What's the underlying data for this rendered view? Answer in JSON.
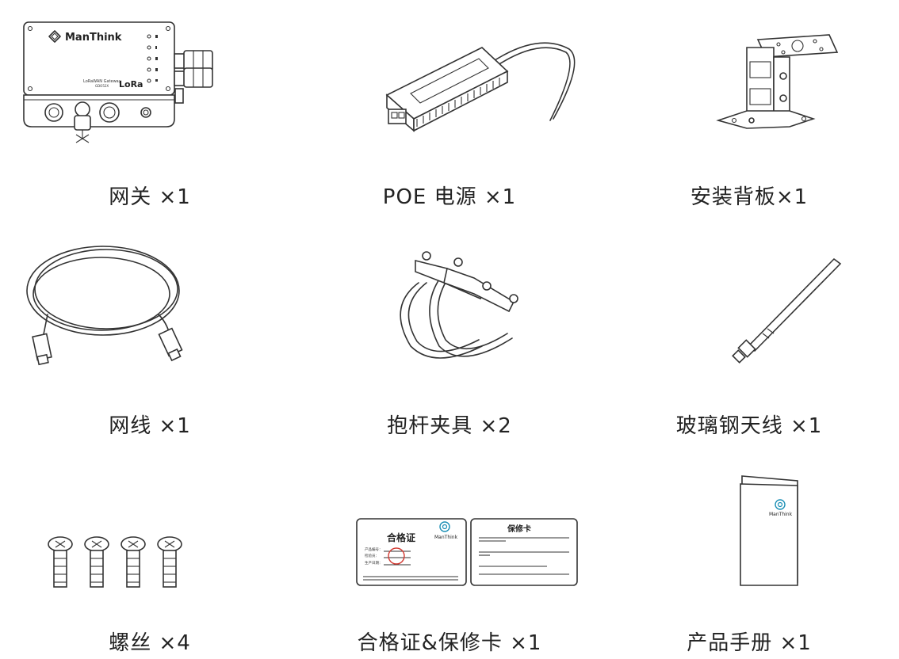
{
  "brand": "ManThink",
  "gateway": {
    "model_line": "LoRaWAN Gateway",
    "model_code": "GDO52X",
    "lora_logo": "LoRa"
  },
  "certificate": {
    "title": "合格证",
    "brand": "ManThink",
    "fields": [
      "产品编号：",
      "检验员：",
      "生产日期："
    ]
  },
  "warranty_card": {
    "title": "保修卡"
  },
  "manual": {
    "brand": "ManThink"
  },
  "items": [
    {
      "label": "网关  ×1"
    },
    {
      "label": "POE  电源  ×1"
    },
    {
      "label": "安装背板×1"
    },
    {
      "label": "网线  ×1"
    },
    {
      "label": "抱杆夹具 ×2"
    },
    {
      "label": "玻璃钢天线 ×1"
    },
    {
      "label": "螺丝 ×4"
    },
    {
      "label": "合格证&保修卡 ×1"
    },
    {
      "label": "产品手册 ×1"
    }
  ]
}
